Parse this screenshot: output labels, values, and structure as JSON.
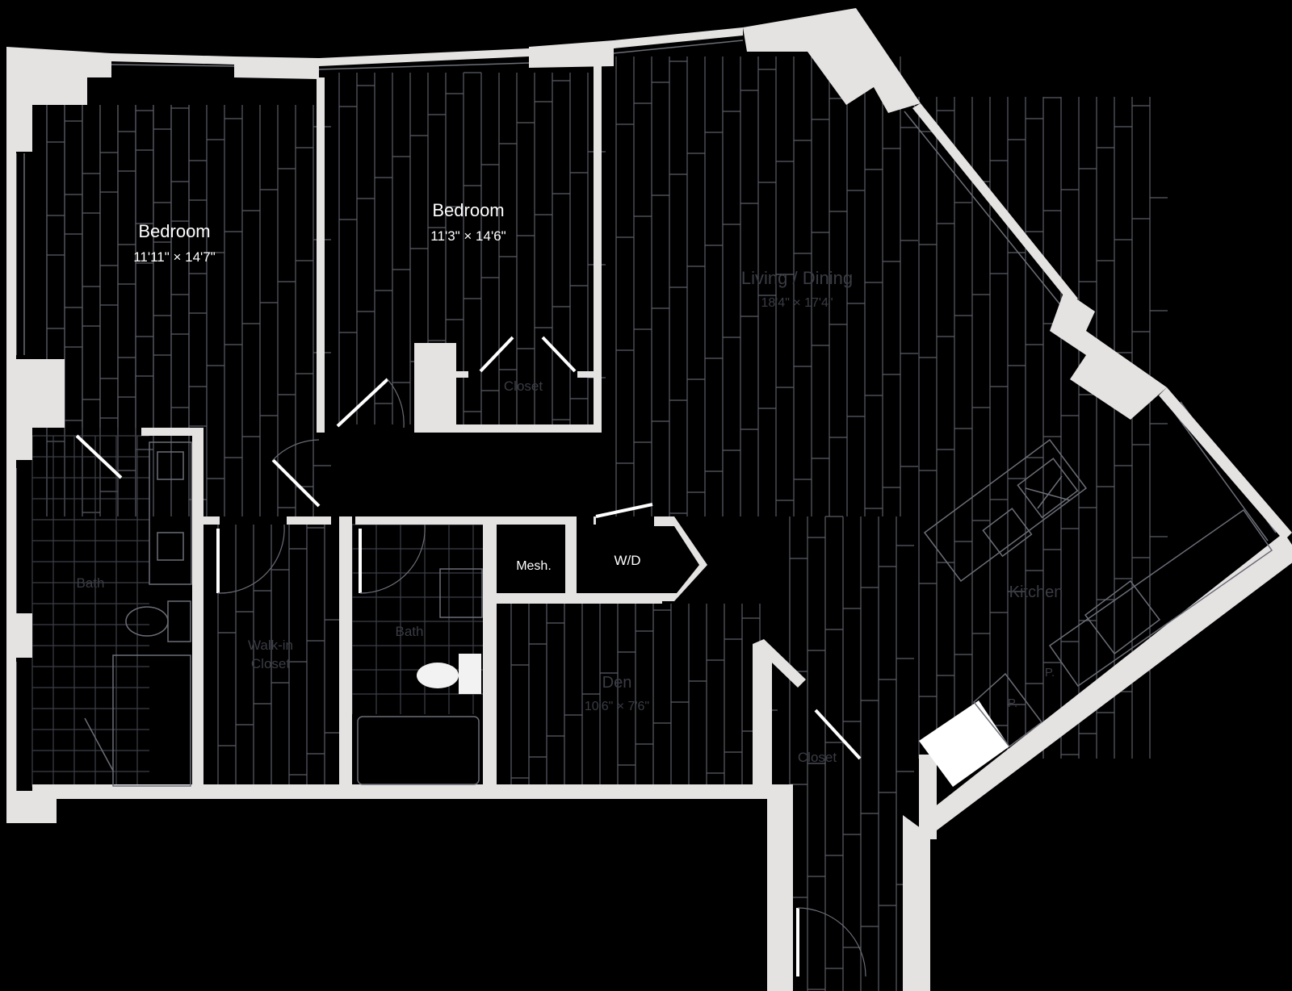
{
  "rooms": {
    "bedroom_1": {
      "name": "Bedroom",
      "dims": "11'11\" × 14'7\""
    },
    "bedroom_2": {
      "name": "Bedroom",
      "dims": "11'3\" × 14'6\""
    },
    "living": {
      "name": "Living / Dining",
      "dims": "18'4\" × 17'4\""
    },
    "closet_bedroom_2": {
      "name": "Closet"
    },
    "bath_1": {
      "name": "Bath"
    },
    "walk_in_closet": {
      "name": "Walk-in Closet",
      "line1": "Walk-in",
      "line2": "Closet"
    },
    "bath_2": {
      "name": "Bath"
    },
    "mech": {
      "name": "Mesh."
    },
    "wd": {
      "name": "W/D"
    },
    "den": {
      "name": "Den",
      "dims": "10'6\" × 7'6\""
    },
    "closet_entry": {
      "name": "Closet"
    },
    "kitchen": {
      "name": "Kitchen"
    }
  },
  "appliance_labels": {
    "pantry_1": "P.",
    "pantry_2": "P."
  },
  "colors": {
    "background": "#000000",
    "wall": "#e5e2e2",
    "text_bright": "#ffffff",
    "text_dim": "#3a3c44"
  }
}
